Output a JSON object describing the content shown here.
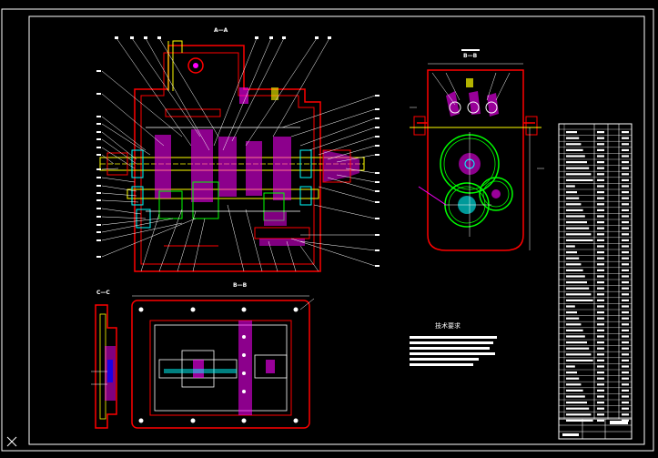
{
  "drawing": {
    "background": "#000000",
    "colors": {
      "outline": "#ffffff",
      "part": "#ff0000",
      "hatch": "#ff00ff",
      "gear": "#00ff00",
      "shaft": "#ffff00",
      "bearing": "#00ffff",
      "detail": "#0000ff"
    },
    "views": {
      "section_main": "A—A",
      "section_side": "B—B",
      "section_left": "C—C",
      "section_bottom": "B—B"
    },
    "technical_requirements_title": "技术要求",
    "ucs_icon": "ucs-axis-icon"
  }
}
